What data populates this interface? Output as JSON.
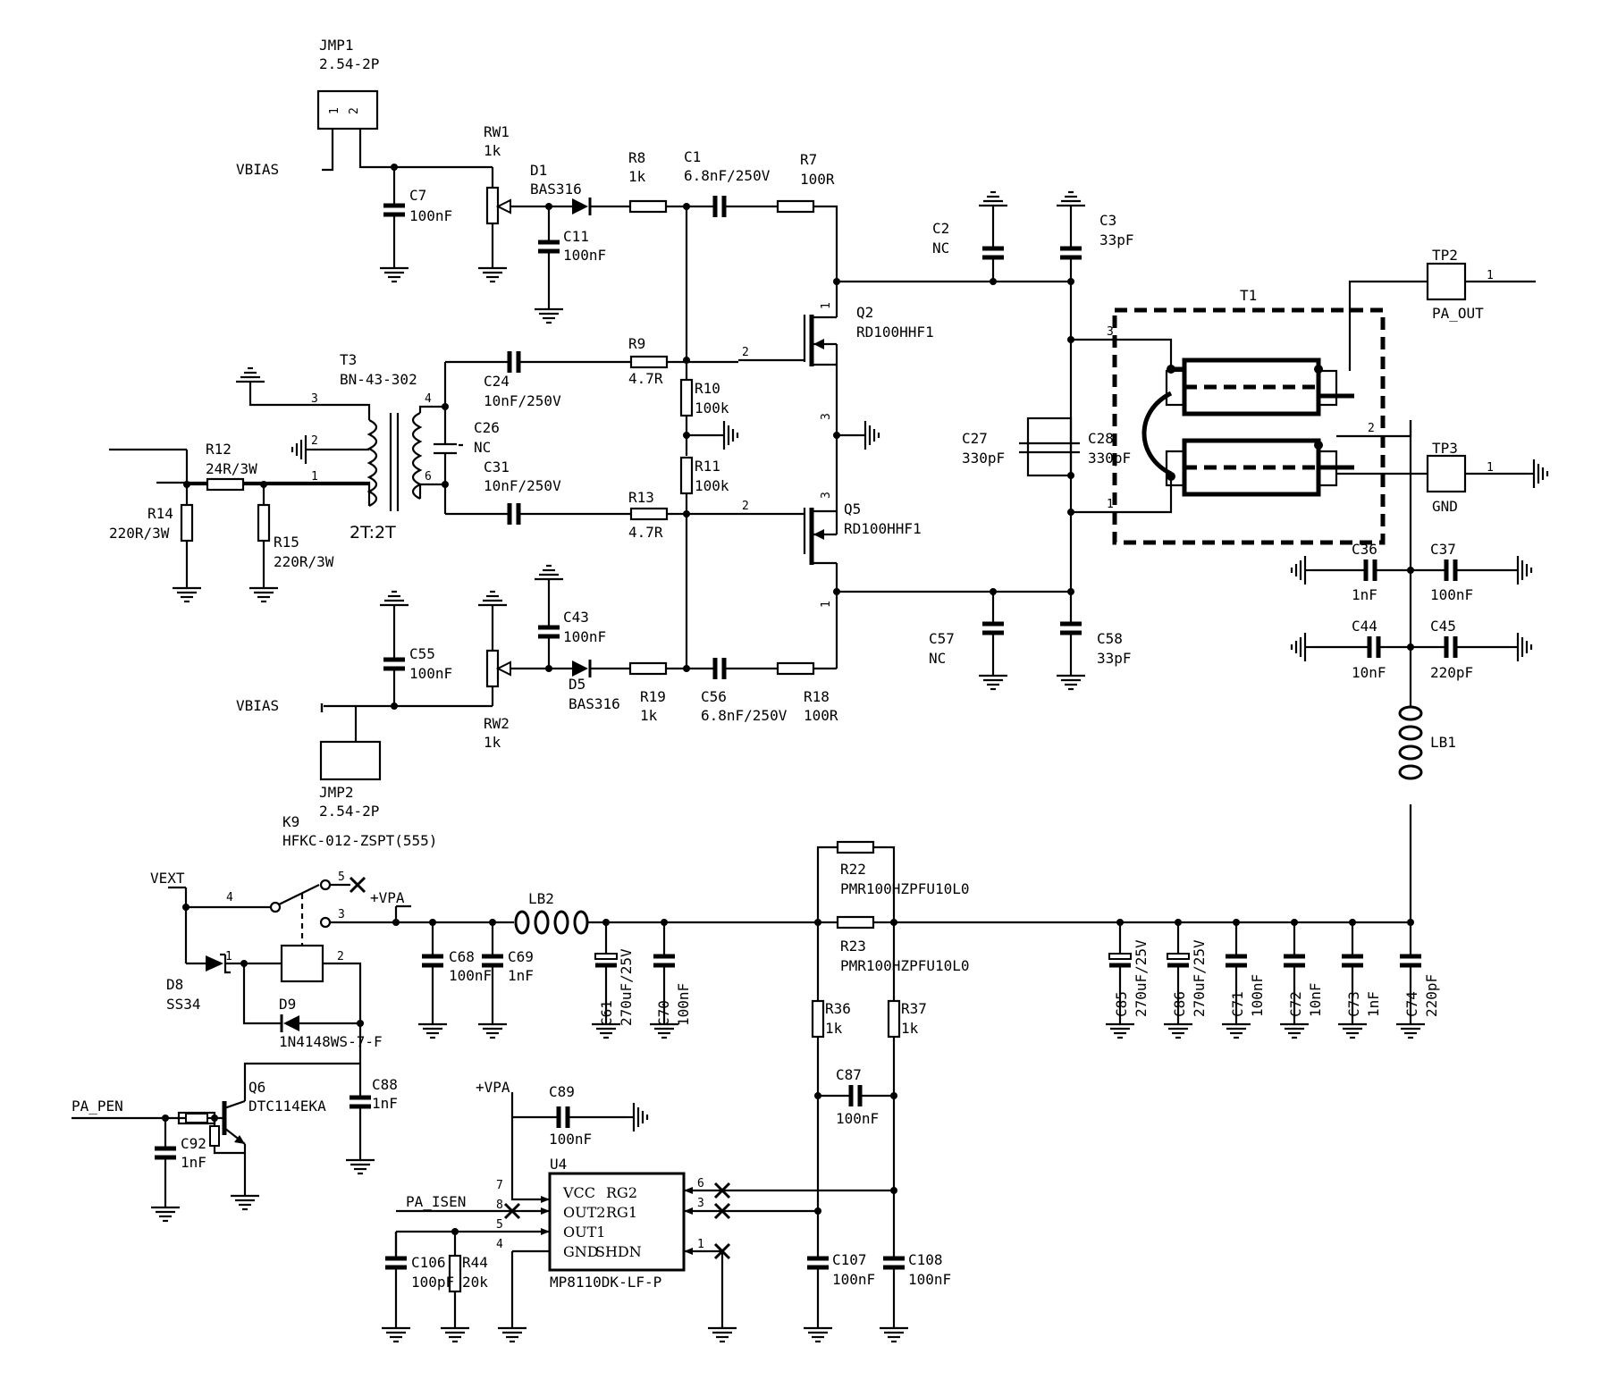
{
  "labels": {
    "jmp1_ref": "JMP1",
    "jmp1_val": "2.54-2P",
    "jmp2_ref": "JMP2",
    "jmp2_val": "2.54-2P",
    "vbias_top": "VBIAS",
    "vbias_bot": "VBIAS",
    "c7_ref": "C7",
    "c7_val": "100nF",
    "rw1_ref": "RW1",
    "rw1_val": "1k",
    "d1_ref": "D1",
    "d1_val": "BAS316",
    "c11_ref": "C11",
    "c11_val": "100nF",
    "r8_ref": "R8",
    "r8_val": "1k",
    "c1_ref": "C1",
    "c1_val": "6.8nF/250V",
    "r7_ref": "R7",
    "r7_val": "100R",
    "c2_ref": "C2",
    "c2_val": "NC",
    "c3_ref": "C3",
    "c3_val": "33pF",
    "tp2_ref": "TP2",
    "tp2_val": "PA_OUT",
    "tp2_pin": "1",
    "t1_ref": "T1",
    "q2_ref": "Q2",
    "q2_val": "RD100HHF1",
    "q5_ref": "Q5",
    "q5_val": "RD100HHF1",
    "t3_ref": "T3",
    "t3_val": "BN-43-302",
    "c24_ref": "C24",
    "c24_val": "10nF/250V",
    "c26_ref": "C26",
    "c26_val": "NC",
    "c31_ref": "C31",
    "c31_val": "10nF/250V",
    "r9_ref": "R9",
    "r9_val": "4.7R",
    "r10_ref": "R10",
    "r10_val": "100k",
    "r11_ref": "R11",
    "r11_val": "100k",
    "r13_ref": "R13",
    "r13_val": "4.7R",
    "c27_ref": "C27",
    "c27_val": "330pF",
    "c28_ref": "C28",
    "c28_val": "330pF",
    "tp3_ref": "TP3",
    "tp3_val": "GND",
    "tp3_pin": "1",
    "r12_ref": "R12",
    "r12_val": "24R/3W",
    "r14_ref": "R14",
    "r14_val": "220R/3W",
    "r15_ref": "R15",
    "r15_val": "220R/3W",
    "ratio": "2T:2T",
    "c36_ref": "C36",
    "c36_val": "1nF",
    "c37_ref": "C37",
    "c37_val": "100nF",
    "c44_ref": "C44",
    "c44_val": "10nF",
    "c45_ref": "C45",
    "c45_val": "220pF",
    "c43_ref": "C43",
    "c43_val": "100nF",
    "c55_ref": "C55",
    "c55_val": "100nF",
    "d5_ref": "D5",
    "d5_val": "BAS316",
    "r19_ref": "R19",
    "r19_val": "1k",
    "c56_ref": "C56",
    "c56_val": "6.8nF/250V",
    "r18_ref": "R18",
    "r18_val": "100R",
    "c57_ref": "C57",
    "c57_val": "NC",
    "c58_ref": "C58",
    "c58_val": "33pF",
    "rw2_ref": "RW2",
    "rw2_val": "1k",
    "lb1_ref": "LB1",
    "k9_ref": "K9",
    "k9_val": "HFKC-012-ZSPT(555)",
    "vext": "VEXT",
    "vpa1": "+VPA",
    "vpa2": "+VPA",
    "lb2_ref": "LB2",
    "r22_ref": "R22",
    "r22_val": "PMR100HZPFU10L0",
    "r23_ref": "R23",
    "r23_val": "PMR100HZPFU10L0",
    "c68_ref": "C68",
    "c68_val": "100nF",
    "c69_ref": "C69",
    "c69_val": "1nF",
    "c61_ref": "C61",
    "c61_val": "270uF/25V",
    "c70_ref": "C70",
    "c70_val": "100nF",
    "c85_ref": "C85",
    "c85_val": "270uF/25V",
    "c86_ref": "C86",
    "c86_val": "270uF/25V",
    "c71_ref": "C71",
    "c71_val": "100nF",
    "c72_ref": "C72",
    "c72_val": "10nF",
    "c73_ref": "C73",
    "c73_val": "1nF",
    "c74_ref": "C74",
    "c74_val": "220pF",
    "d8_ref": "D8",
    "d8_val": "SS34",
    "d9_ref": "D9",
    "d9_val": "1N4148WS-7-F",
    "r36_ref": "R36",
    "r36_val": "1k",
    "r37_ref": "R37",
    "r37_val": "1k",
    "c87_ref": "C87",
    "c87_val": "100nF",
    "q6_ref": "Q6",
    "q6_val": "DTC114EKA",
    "c88_ref": "C88",
    "c88_val": "1nF",
    "pa_pen": "PA_PEN",
    "c92_ref": "C92",
    "c92_val": "1nF",
    "c89_ref": "C89",
    "c89_val": "100nF",
    "u4_ref": "U4",
    "u4_val": "MP8110DK-LF-P",
    "u4_vcc": "VCC",
    "u4_rg2": "RG2",
    "u4_out2": "OUT2",
    "u4_rg1": "RG1",
    "u4_out1": "OUT1",
    "u4_gnd": "GND",
    "u4_shdn": "SHDN",
    "pa_isen": "PA_ISEN",
    "c106_ref": "C106",
    "c106_val": "100pF",
    "r44_ref": "R44",
    "r44_val": "20k",
    "c107_ref": "C107",
    "c107_val": "100nF",
    "c108_ref": "C108",
    "c108_val": "100nF"
  },
  "pins": {
    "p1": "1",
    "p2": "2",
    "p3": "3",
    "p4": "4",
    "p5": "5",
    "p6": "6",
    "p7": "7",
    "p8": "8"
  }
}
